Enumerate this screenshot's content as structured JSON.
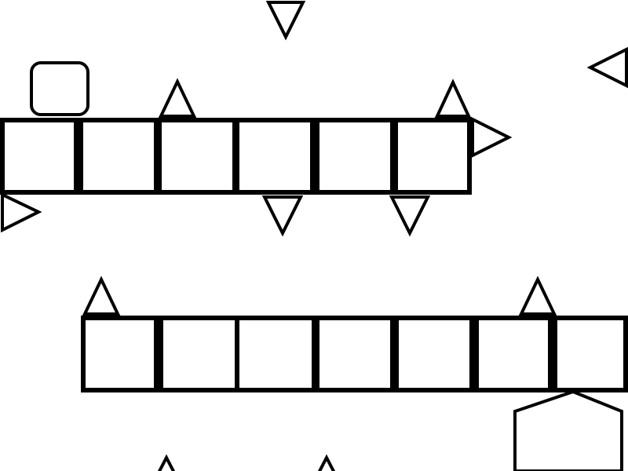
{
  "scene": {
    "background": "#ffffff",
    "ink": "#000000",
    "platforms": [
      {
        "name": "upper-platform",
        "blocks": 6
      },
      {
        "name": "lower-platform",
        "blocks": 7
      }
    ],
    "pieces": {
      "player_block": "rounded-square",
      "hexagon": "hexagon",
      "spikes": "triangle"
    }
  }
}
